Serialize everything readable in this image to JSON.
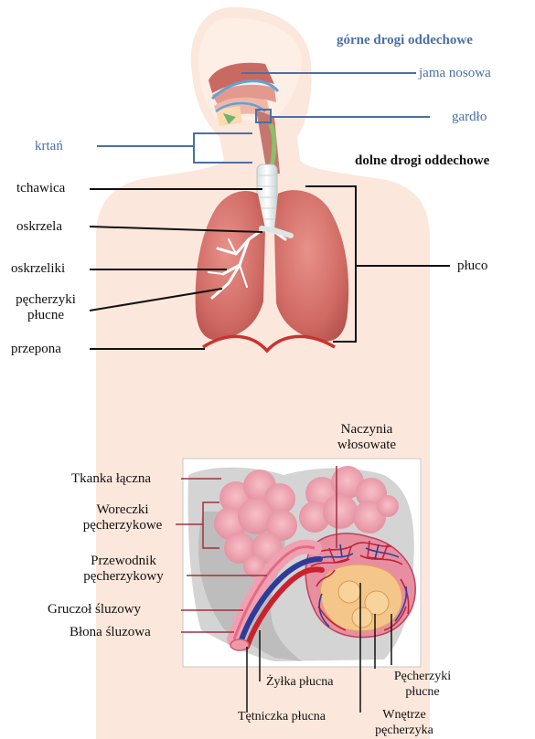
{
  "upper_diagram": {
    "upper_airways_heading": "górne drogi oddechowe",
    "lower_airways_heading": "dolne drogi oddechowe",
    "labels": {
      "nasal_cavity": "jama nosowa",
      "throat": "gardło",
      "larynx": "krtań",
      "trachea": "tchawica",
      "bronchi": "oskrzela",
      "bronchioles": "oskrzeliki",
      "alveoli_line1": "pęcherzyki",
      "alveoli_line2": "płucne",
      "diaphragm": "przepona",
      "lung": "płuco"
    }
  },
  "lower_diagram": {
    "labels": {
      "capillaries_line1": "Naczynia",
      "capillaries_line2": "włosowate",
      "connective_tissue": "Tkanka łączna",
      "alveolar_sacs_line1": "Woreczki",
      "alveolar_sacs_line2": "pęcherzykowe",
      "alveolar_duct_line1": "Przewodnik",
      "alveolar_duct_line2": "pęcherzykowy",
      "mucous_gland": "Gruczoł śluzowy",
      "mucous_membrane": "Błona śluzowa",
      "pulmonary_venule": "Żyłka płucna",
      "pulmonary_arteriole": "Tętniczka płucna",
      "alveoli_line1": "Pęcherzyki",
      "alveoli_line2": "płucne",
      "alveolus_interior_line1": "Wnętrze",
      "alveolus_interior_line2": "pęcherzyka"
    }
  },
  "colors": {
    "label_blue": "#4a6fa5",
    "label_black": "#111111",
    "body_silhouette": "#fbe3d6",
    "lung": "#d9736b",
    "line_red": "#a03040"
  }
}
